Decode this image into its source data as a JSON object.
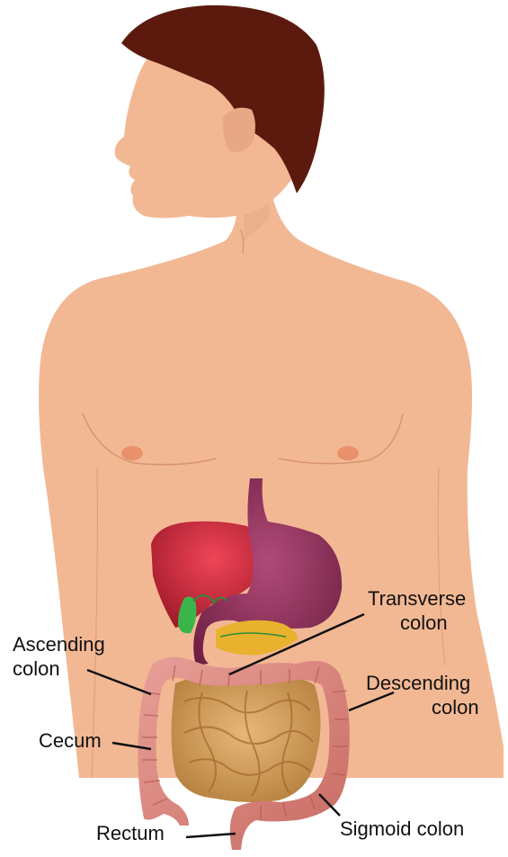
{
  "labels": {
    "transverse_line1": "Transverse",
    "transverse_line2": "colon",
    "ascending_line1": "Ascending",
    "ascending_line2": "colon",
    "descending_line1": "Descending",
    "descending_line2": "colon",
    "cecum": "Cecum",
    "sigmoid": "Sigmoid colon",
    "rectum": "Rectum"
  },
  "colors": {
    "skin": "#F2B894",
    "skin_shadow": "#E0A07C",
    "hair": "#5C1A0E",
    "liver": "#C02838",
    "stomach": "#8A2D55",
    "gallbladder": "#3BB54A",
    "pancreas": "#E8B22E",
    "colon": "#D9837A",
    "small_intestine": "#D6A260",
    "leader_line": "#111111"
  }
}
